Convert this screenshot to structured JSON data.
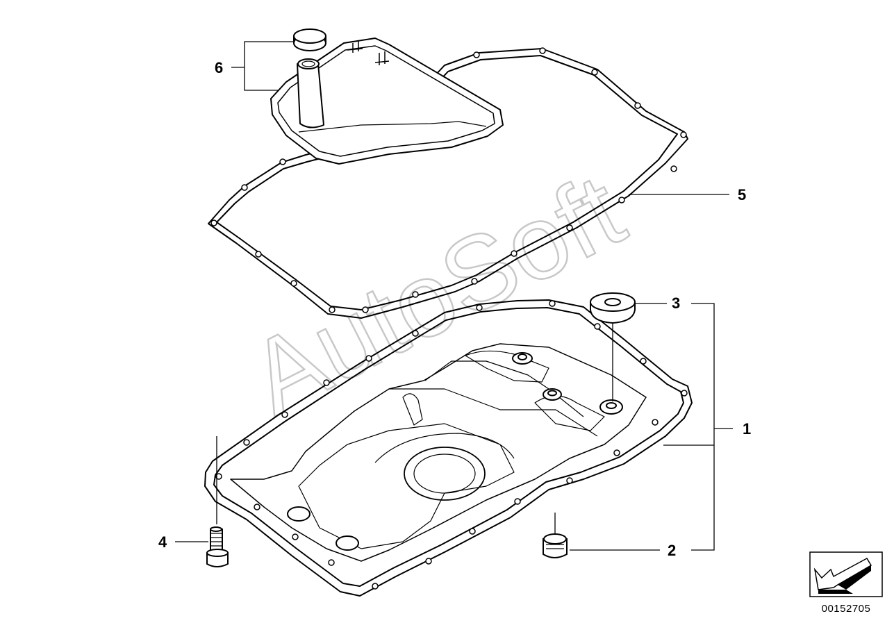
{
  "diagram": {
    "callouts": [
      {
        "id": "1",
        "label": "1"
      },
      {
        "id": "2",
        "label": "2"
      },
      {
        "id": "3",
        "label": "3"
      },
      {
        "id": "4",
        "label": "4"
      },
      {
        "id": "5",
        "label": "5"
      },
      {
        "id": "6",
        "label": "6"
      }
    ],
    "document_id": "00152705",
    "watermark": "AutoSoft"
  }
}
